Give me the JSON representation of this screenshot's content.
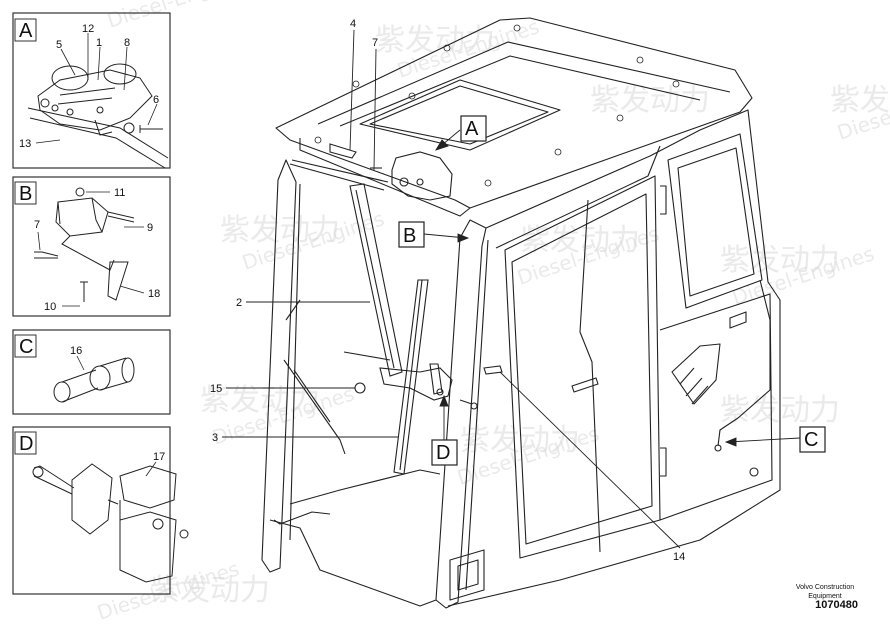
{
  "watermark": {
    "cn": "紫发动力",
    "en": "Diesel-Engines"
  },
  "insets": [
    {
      "letter": "A",
      "parts": [
        "5",
        "12",
        "1",
        "8",
        "6",
        "13"
      ]
    },
    {
      "letter": "B",
      "parts": [
        "11",
        "9",
        "7",
        "18",
        "10"
      ]
    },
    {
      "letter": "C",
      "parts": [
        "16"
      ]
    },
    {
      "letter": "D",
      "parts": [
        "17"
      ]
    }
  ],
  "main_labels": {
    "top": [
      "4",
      "7"
    ],
    "left": [
      "2",
      "15",
      "3"
    ],
    "bottom": [
      "14"
    ]
  },
  "callouts": [
    "A",
    "B",
    "C",
    "D"
  ],
  "footer": {
    "company": "Volvo Construction Equipment",
    "number": "1070480"
  },
  "colors": {
    "line": "#222222",
    "frame": "#333333",
    "watermark": "#d9d9d9"
  }
}
